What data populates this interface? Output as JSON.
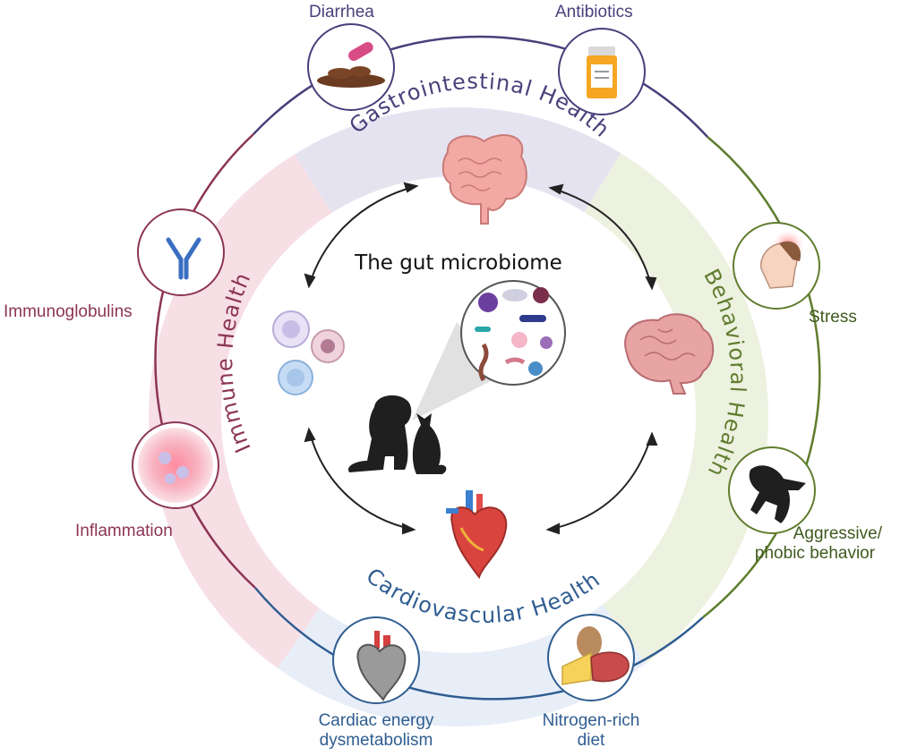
{
  "center": {
    "title": "The gut microbiome"
  },
  "sectors": {
    "gastrointestinal": {
      "title": "Gastrointestinal Health",
      "color": "#4a3f7a",
      "fill": "#e6e3f1"
    },
    "behavioral": {
      "title": "Behavioral Health",
      "color": "#5f7d2e",
      "fill": "#edf1e0"
    },
    "cardiovascular": {
      "title": "Cardiovascular Health",
      "color": "#2f5d91",
      "fill": "#e8eef8"
    },
    "immune": {
      "title": "Immune Health",
      "color": "#8c3556",
      "fill": "#f7dfe6"
    }
  },
  "factors": {
    "diarrhea": "Diarrhea",
    "antibiotics": "Antibiotics",
    "stress": "Stress",
    "aggressive_line1": "Aggressive/",
    "aggressive_line2": "phobic behavior",
    "cardiac_line1": "Cardiac energy",
    "cardiac_line2": "dysmetabolism",
    "nitrogen_line1": "Nitrogen-rich",
    "nitrogen_line2": "diet",
    "immunoglobulins": "Immunoglobulins",
    "inflammation": "Inflammation"
  },
  "icons": [
    "intestine-icon",
    "brain-icon",
    "heart-icon",
    "immune-cells-icon",
    "microbes-icon",
    "dog-cat-icon",
    "diarrhea-icon",
    "antibiotics-icon",
    "stress-face-icon",
    "aggressive-dog-icon",
    "diseased-heart-icon",
    "protein-food-icon",
    "antibody-icon",
    "inflammation-icon"
  ]
}
